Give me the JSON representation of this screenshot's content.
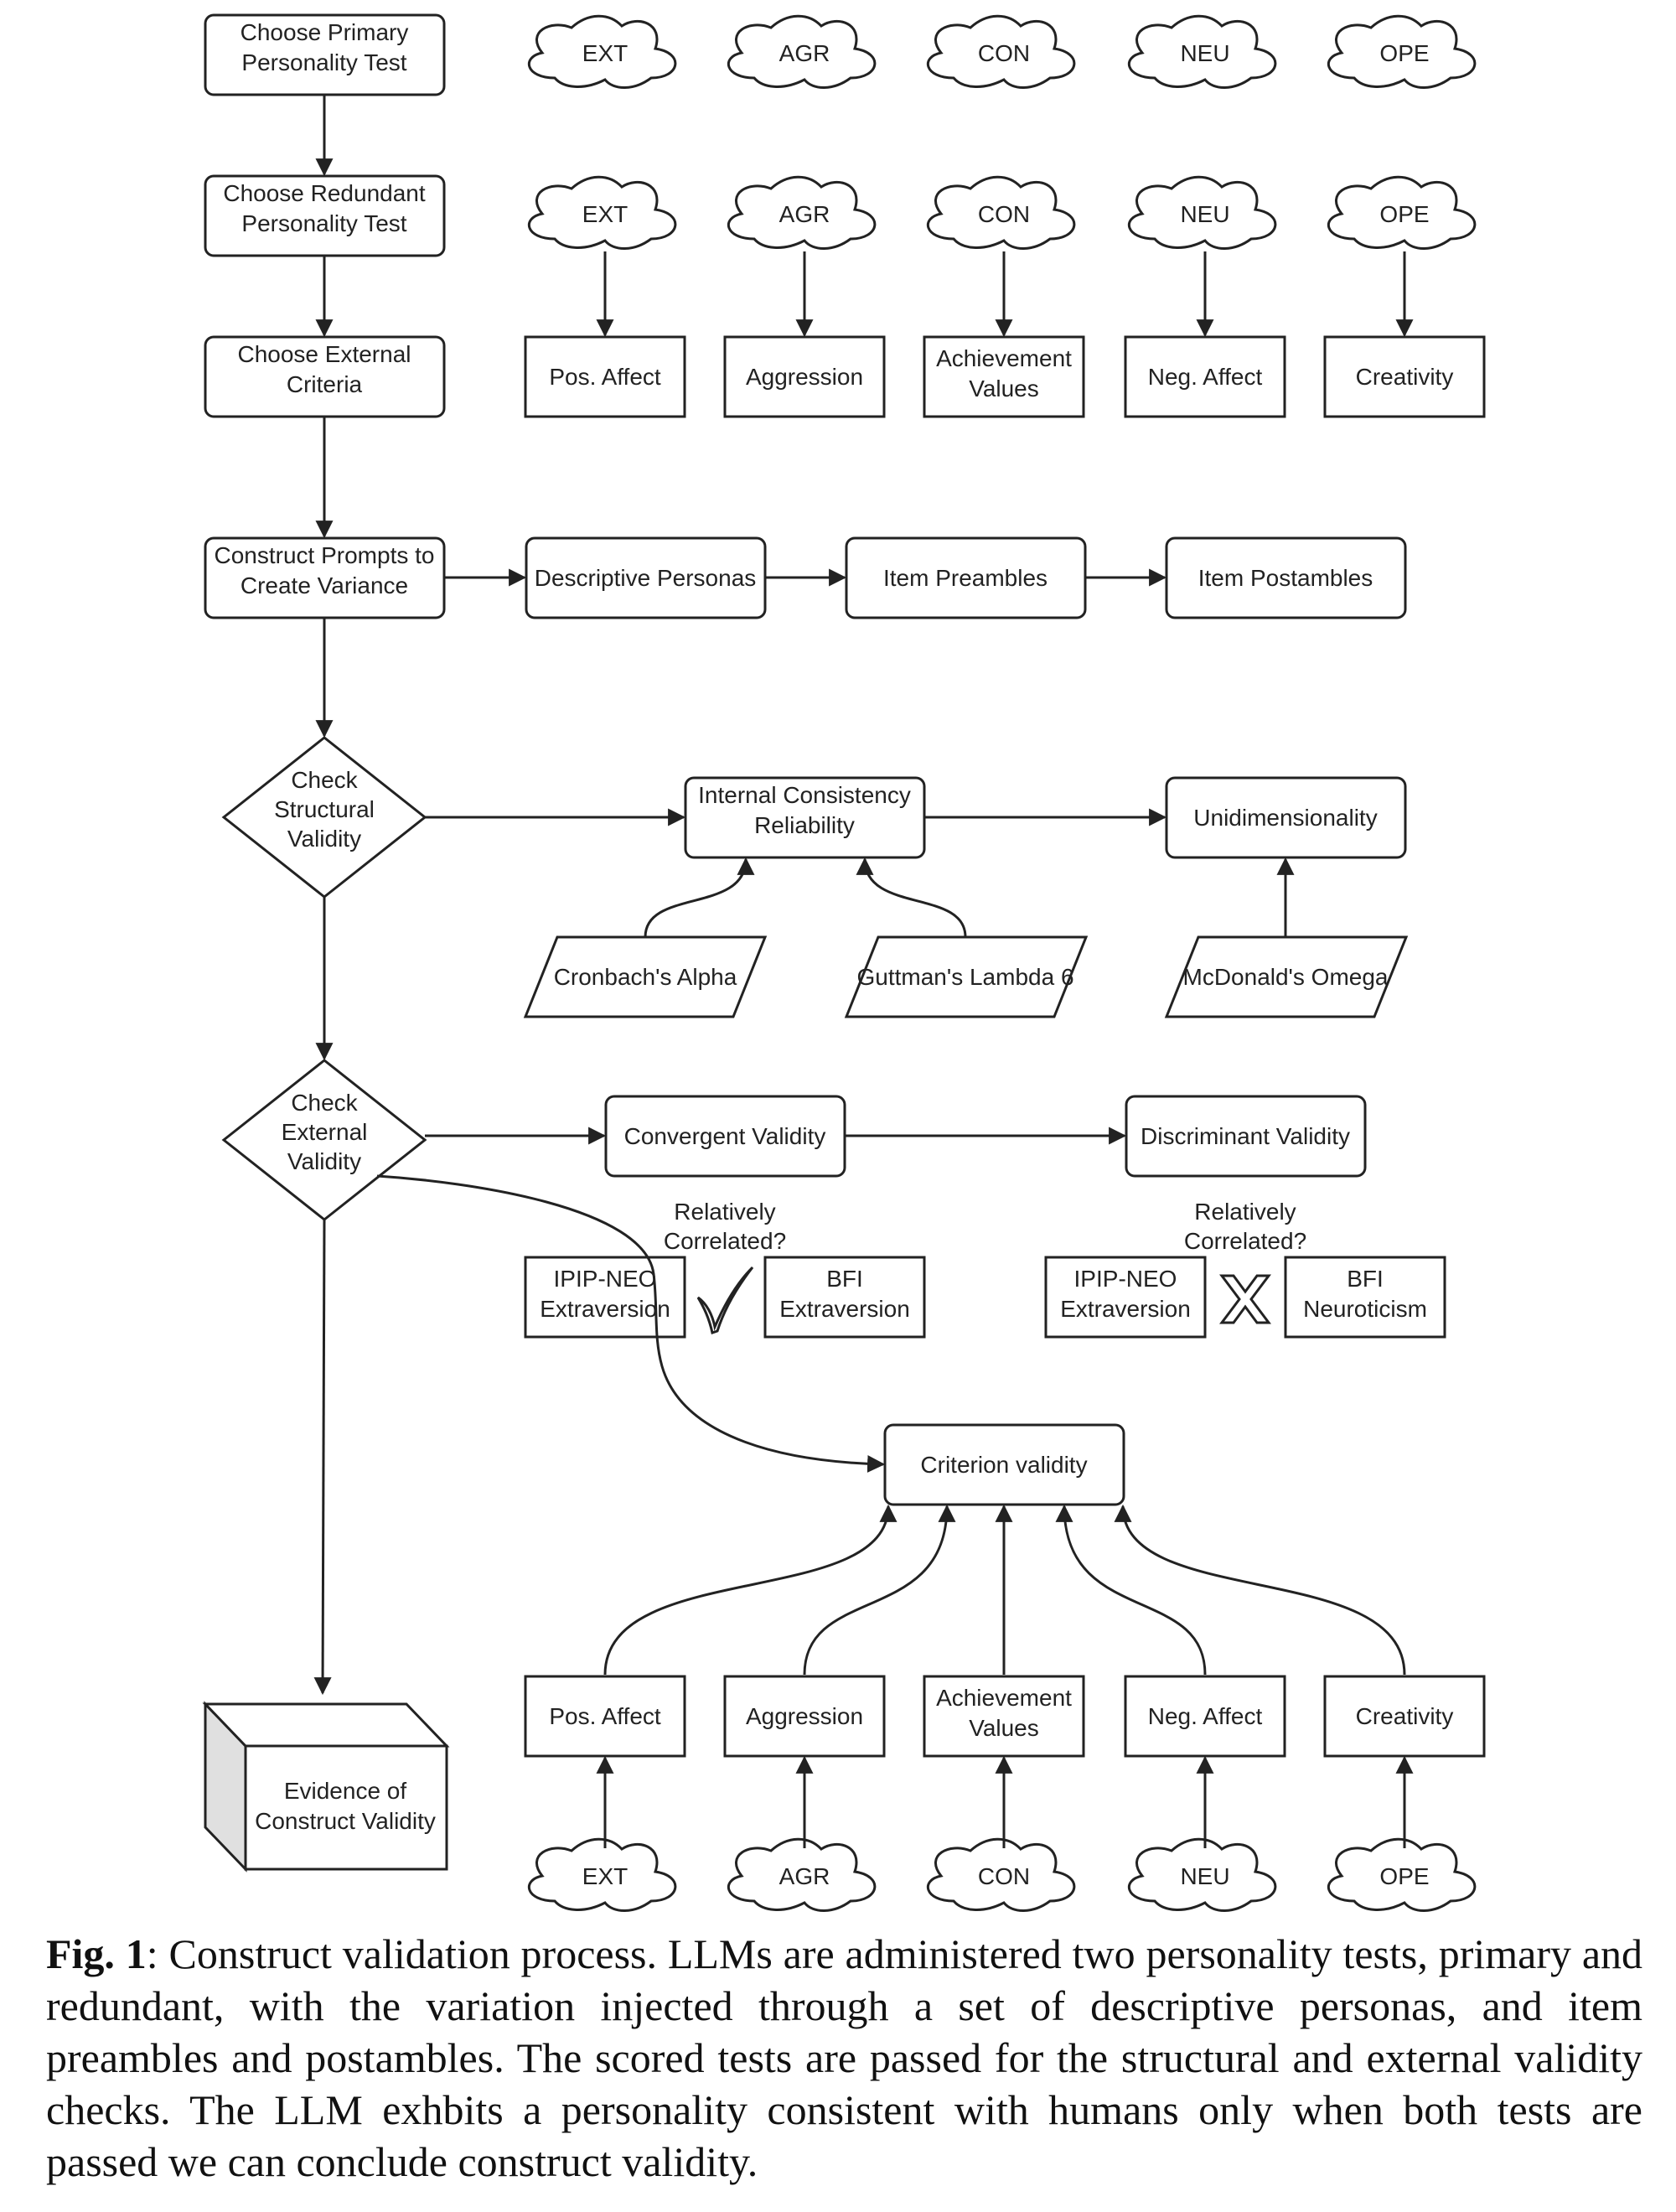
{
  "flow": {
    "primary": "Choose Primary Personality Test",
    "redundant": "Choose Redundant Personality Test",
    "external_criteria": "Choose External Criteria",
    "prompts": "Construct Prompts to Create Variance",
    "check_structural": "Check Structural Validity",
    "check_external": "Check External Validity",
    "evidence": "Evidence of Construct Validity"
  },
  "traits": [
    "EXT",
    "AGR",
    "CON",
    "NEU",
    "OPE"
  ],
  "criteria": [
    "Pos. Affect",
    "Aggression",
    "Achievement Values",
    "Neg. Affect",
    "Creativity"
  ],
  "variance": [
    "Descriptive Personas",
    "Item Preambles",
    "Item Postambles"
  ],
  "structural": {
    "internal": "Internal Consistency Reliability",
    "unidim": "Unidimensionality",
    "cronbach": "Cronbach's Alpha",
    "guttman": "Guttman's Lambda 6",
    "mcdonald": "McDonald's Omega"
  },
  "external": {
    "convergent": "Convergent Validity",
    "discriminant": "Discriminant Validity",
    "question": "Relatively Correlated?",
    "ipip_ext": "IPIP-NEO Extraversion",
    "bfi_ext": "BFI Extraversion",
    "bfi_neu": "BFI Neuroticism",
    "criterion": "Criterion validity"
  },
  "caption": {
    "label": "Fig. 1",
    "text": ": Construct validation process. LLMs are administered two personality tests, primary and redundant, with the variation injected through a set of descriptive personas, and item preambles and postambles. The scored tests are passed for the structural and external validity checks. The LLM exhbits a personality consistent with humans only when both tests are passed we can conclude construct validity."
  }
}
